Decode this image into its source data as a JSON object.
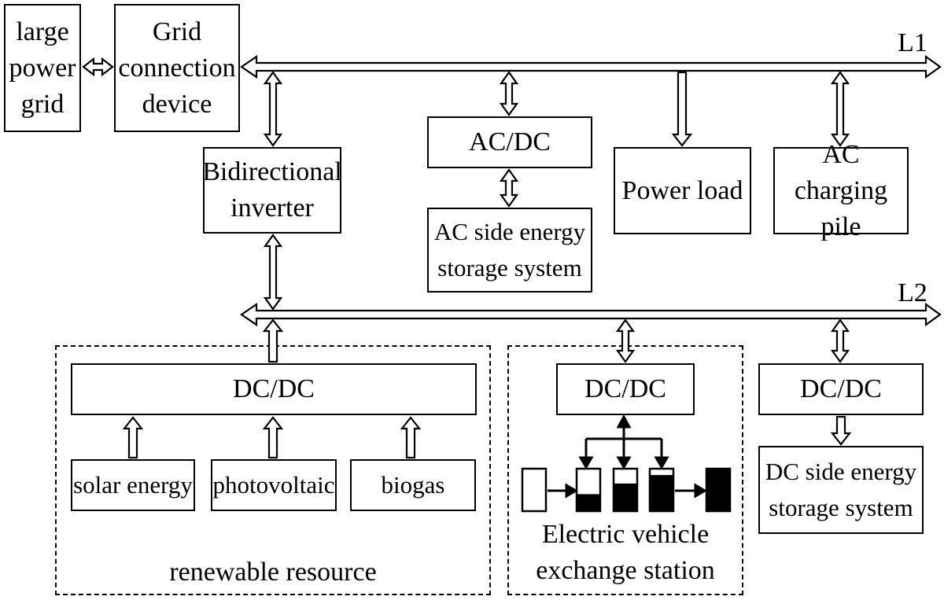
{
  "boxes": {
    "large_power_grid": "large\npower\ngrid",
    "grid_connection_device": "Grid\nconnection\ndevice",
    "bidirectional_inverter": "Bidirectional\ninverter",
    "ac_dc": "AC/DC",
    "ac_storage": "AC side energy\nstorage system",
    "power_load": "Power load",
    "ac_charging_pile": "AC charging\npile",
    "dc_dc_renewable": "DC/DC",
    "solar_energy": "solar energy",
    "photovoltaic": "photovoltaic",
    "biogas": "biogas",
    "dc_dc_ev": "DC/DC",
    "dc_dc_storage": "DC/DC",
    "dc_storage": "DC side energy\nstorage system"
  },
  "buses": {
    "l1": "L1",
    "l2": "L2"
  },
  "regions": {
    "renewable": "renewable resource",
    "ev_station": "Electric vehicle\nexchange station"
  },
  "battery_levels": [
    0.0,
    0.4,
    0.65,
    0.85,
    1.0
  ],
  "colors": {
    "line": "#000000",
    "background": "#ffffff"
  }
}
